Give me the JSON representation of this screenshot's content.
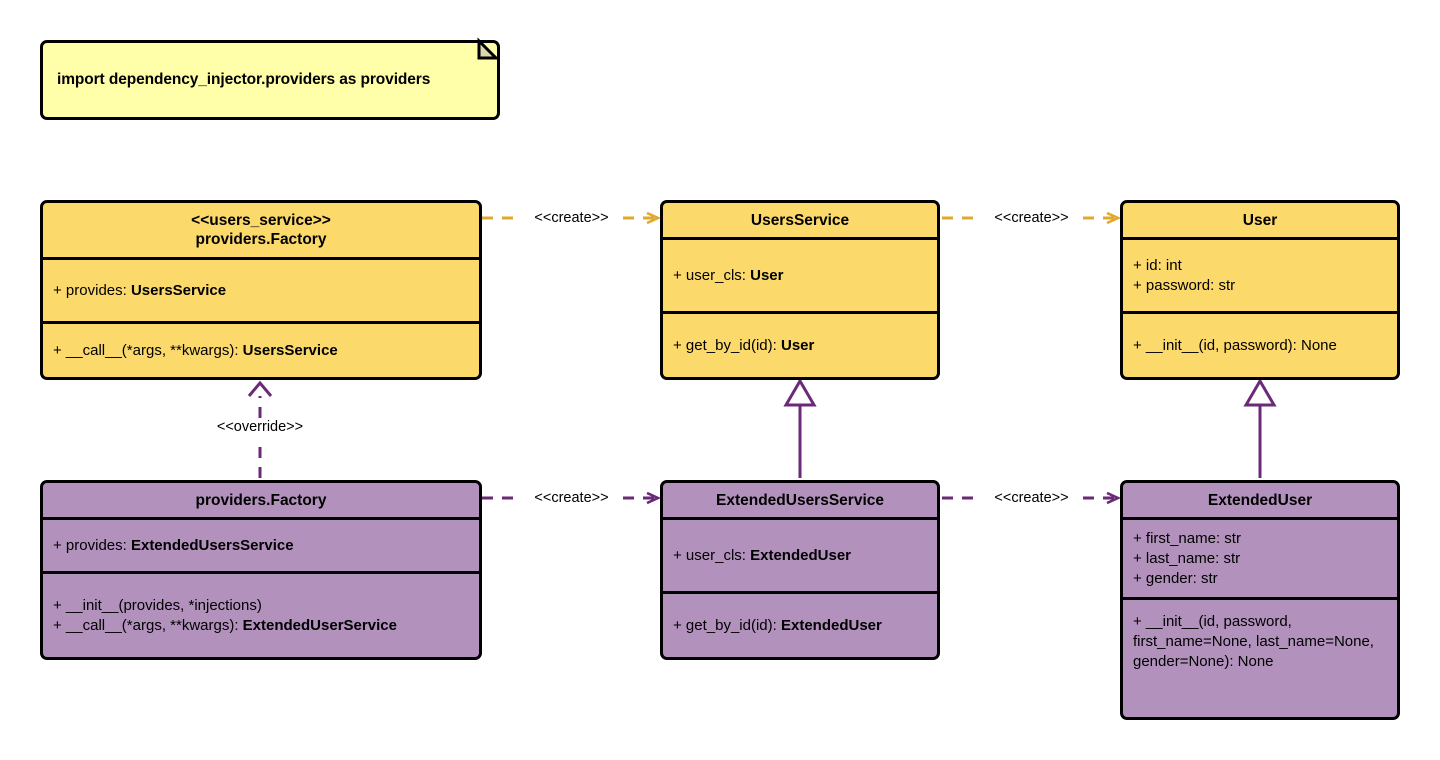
{
  "diagram": {
    "title": "Dependency Injector providers UML class diagram",
    "colors": {
      "note_fill": "#ffffaa",
      "yellow_fill": "#fcd96b",
      "purple_fill": "#b292bd",
      "yellow_edge": "#e0a92b",
      "purple_edge": "#6b2a78",
      "border": "#000000",
      "background": "#ffffff"
    }
  },
  "note": {
    "text": "import dependency_injector.providers as providers"
  },
  "classes": [
    {
      "id": "users-service-factory",
      "stereotype": "<<users_service>>",
      "name": "providers.Factory",
      "attributes": [
        {
          "prefix": "+ provides: ",
          "type": "UsersService"
        }
      ],
      "methods": [
        {
          "prefix": "+ __call__(*args, **kwargs): ",
          "type": "UsersService"
        }
      ]
    },
    {
      "id": "users-service",
      "stereotype": "",
      "name": "UsersService",
      "attributes": [
        {
          "prefix": "+ user_cls: ",
          "type": "User"
        }
      ],
      "methods": [
        {
          "prefix": "+ get_by_id(id): ",
          "type": "User"
        }
      ]
    },
    {
      "id": "user",
      "stereotype": "",
      "name": "User",
      "attributes": [
        {
          "prefix": "+ id: int",
          "type": ""
        },
        {
          "prefix": "+ password: str",
          "type": ""
        }
      ],
      "methods": [
        {
          "prefix": "+ __init__(id, password): None",
          "type": ""
        }
      ]
    },
    {
      "id": "extended-factory",
      "stereotype": "",
      "name": "providers.Factory",
      "attributes": [
        {
          "prefix": "+ provides: ",
          "type": "ExtendedUsersService"
        }
      ],
      "methods": [
        {
          "prefix": "+ __init__(provides, *injections)",
          "type": ""
        },
        {
          "prefix": "+ __call__(*args, **kwargs): ",
          "type": "ExtendedUserService"
        }
      ]
    },
    {
      "id": "extended-users-service",
      "stereotype": "",
      "name": "ExtendedUsersService",
      "attributes": [
        {
          "prefix": "+ user_cls: ",
          "type": "ExtendedUser"
        }
      ],
      "methods": [
        {
          "prefix": "+ get_by_id(id): ",
          "type": "ExtendedUser"
        }
      ]
    },
    {
      "id": "extended-user",
      "stereotype": "",
      "name": "ExtendedUser",
      "attributes": [
        {
          "prefix": "+ first_name: str",
          "type": ""
        },
        {
          "prefix": "+ last_name: str",
          "type": ""
        },
        {
          "prefix": "+ gender: str",
          "type": ""
        }
      ],
      "methods": [
        {
          "prefix": "+ __init__(id, password, first_name=None, last_name=None, gender=None): None",
          "type": ""
        }
      ]
    }
  ],
  "edges": [
    {
      "id": "create-1",
      "label": "<<create>>",
      "from": "users-service-factory",
      "to": "users-service",
      "kind": "dependency",
      "color": "#e0a92b"
    },
    {
      "id": "create-2",
      "label": "<<create>>",
      "from": "users-service",
      "to": "user",
      "kind": "dependency",
      "color": "#e0a92b"
    },
    {
      "id": "create-3",
      "label": "<<create>>",
      "from": "extended-factory",
      "to": "extended-users-service",
      "kind": "dependency",
      "color": "#6b2a78"
    },
    {
      "id": "create-4",
      "label": "<<create>>",
      "from": "extended-users-service",
      "to": "extended-user",
      "kind": "dependency",
      "color": "#6b2a78"
    },
    {
      "id": "override-1",
      "label": "<<override>>",
      "from": "extended-factory",
      "to": "users-service-factory",
      "kind": "dependency",
      "color": "#6b2a78"
    },
    {
      "id": "inherit-1",
      "label": "",
      "from": "extended-users-service",
      "to": "users-service",
      "kind": "generalization",
      "color": "#6b2a78"
    },
    {
      "id": "inherit-2",
      "label": "",
      "from": "extended-user",
      "to": "user",
      "kind": "generalization",
      "color": "#6b2a78"
    }
  ]
}
